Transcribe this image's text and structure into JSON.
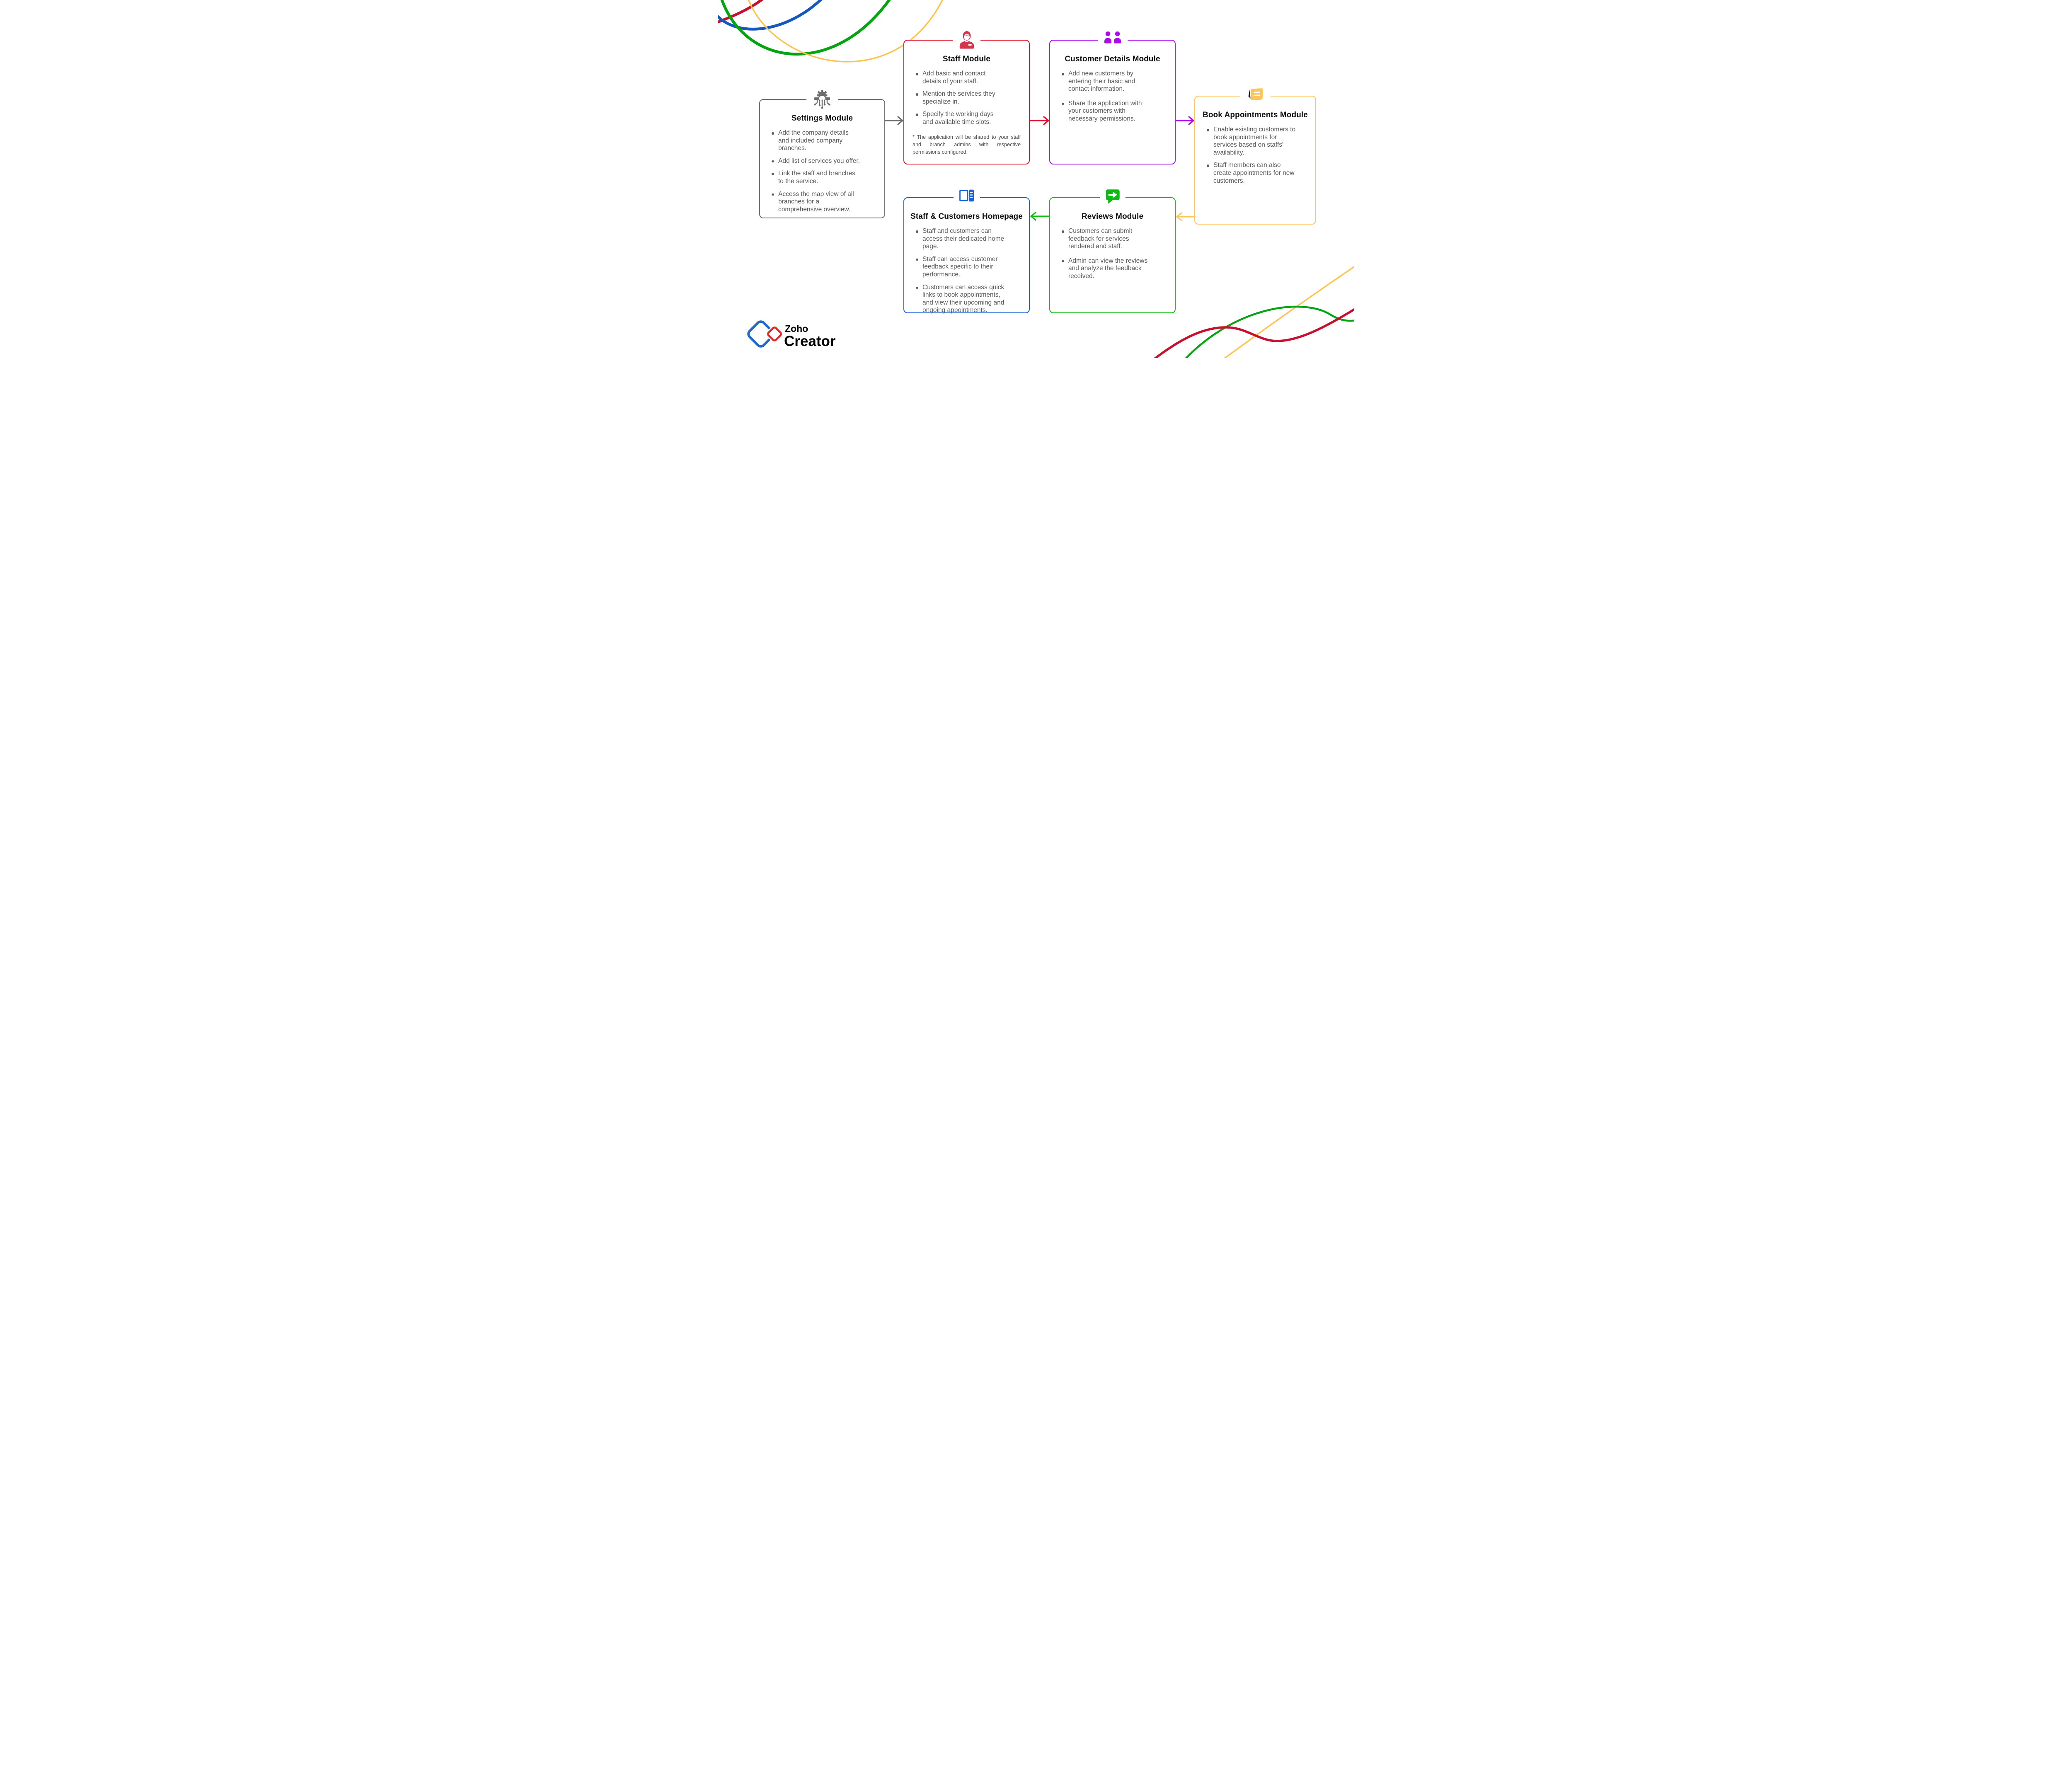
{
  "brand": {
    "zoho": "Zoho",
    "creator": "Creator"
  },
  "palette": {
    "settings_gray": "#6E6E6E",
    "staff_red": "#E0112E",
    "staff_icon_red": "#D6344A",
    "customers_purple": "#AA0BEF",
    "book_yellow": "#FFC55D",
    "homepage_blue": "#1A63D6",
    "reviews_green": "#0ABB10",
    "pen_dark": "#17171C",
    "text_title": "#101010",
    "text_body": "#58595B",
    "logo_blue": "#2268C8",
    "logo_red": "#E42527",
    "curve_red": "#C8102E",
    "curve_blue": "#1557C0",
    "curve_green": "#00A510",
    "curve_yellow": "#FFC24F"
  },
  "modules": [
    {
      "id": "settings",
      "title": "Settings Module",
      "color_key": "settings_gray",
      "icon": "settings-gear-circuit-icon",
      "bullets": [
        "Add the company details\nand included company\nbranches.",
        "Add list of services you offer.",
        "Link the staff and branches\nto the service.",
        "Access the map view of all\nbranches for a\ncomprehensive overview."
      ]
    },
    {
      "id": "staff",
      "title": "Staff Module",
      "color_key": "staff_red",
      "icon": "staff-person-icon",
      "bullets": [
        "Add basic and contact\ndetails of your staff.",
        "Mention the services they\nspecialize in.",
        "Specify the working days\nand available time slots."
      ],
      "footnote": "* The application will be shared to your staff and branch admins with respective permissions configured."
    },
    {
      "id": "customers",
      "title": "Customer Details Module",
      "color_key": "customers_purple",
      "icon": "customers-people-icon",
      "bullets": [
        "Add new customers by\nentering their basic and\ncontact information.",
        "Share the application with\nyour customers with\nnecessary permissions."
      ]
    },
    {
      "id": "book",
      "title": "Book Appointments Module",
      "color_key": "book_yellow",
      "icon": "appointments-note-pen-icon",
      "bullets": [
        "Enable existing customers to\nbook appointments for\nservices based on staffs'\navailability.",
        "Staff members can also\ncreate appointments for new\ncustomers."
      ]
    },
    {
      "id": "homepage",
      "title": "Staff & Customers Homepage",
      "color_key": "homepage_blue",
      "icon": "homepage-layout-icon",
      "bullets": [
        "Staff and customers can\naccess their dedicated home\npage.",
        "Staff can access customer\nfeedback specific to their\nperformance.",
        "Customers can access quick\nlinks to book appointments,\nand view their upcoming and\nongoing appointments."
      ]
    },
    {
      "id": "reviews",
      "title": "Reviews Module",
      "color_key": "reviews_green",
      "icon": "reviews-chat-arrow-icon",
      "bullets": [
        "Customers can submit\nfeedback for services\nrendered and staff.",
        "Admin can view the reviews\nand analyze the feedback\nreceived."
      ]
    }
  ],
  "arrows": [
    {
      "from": "settings",
      "to": "staff",
      "direction": "right",
      "color_key": "settings_gray"
    },
    {
      "from": "staff",
      "to": "customers",
      "direction": "right",
      "color_key": "staff_red"
    },
    {
      "from": "customers",
      "to": "book",
      "direction": "right",
      "color_key": "customers_purple"
    },
    {
      "from": "book",
      "to": "reviews",
      "direction": "left",
      "color_key": "book_yellow"
    },
    {
      "from": "reviews",
      "to": "homepage",
      "direction": "left",
      "color_key": "reviews_green"
    }
  ]
}
